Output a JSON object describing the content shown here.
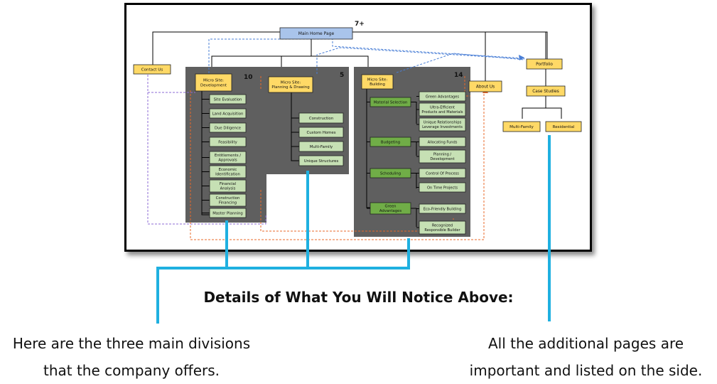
{
  "diagram": {
    "home": "Main Home Page",
    "home_badge": "7+",
    "contact": "Contact Us",
    "about": "About Us",
    "portfolio": "Portfolio",
    "case_studies": "Case Studies",
    "multi_family": "Multi-Family",
    "residential": "Residential",
    "dev": {
      "title": "Micro Site:\nDevelopment",
      "count": "10",
      "items": [
        "Site Evaluation",
        "Land Acquisition",
        "Due Diligence",
        "Feasibility",
        "Entitlements /\nApprovals",
        "Economic\nIdentification",
        "Financial\nAnalysis",
        "Construction\nFinancing",
        "Master Planning"
      ]
    },
    "plan": {
      "title": "Micro Site:\nPlanning & Drawing",
      "count": "5",
      "items": [
        "Construction",
        "Custom Homes",
        "Multi-Family",
        "Unique Structures"
      ]
    },
    "build": {
      "title": "Micro Site:\nBuilding",
      "count": "14",
      "groups": [
        {
          "label": "Material Selection",
          "items": [
            "Green Advantages",
            "Ultra-Efficient\nProducts and Materials",
            "Unique Relationships\nLeverage Investments"
          ]
        },
        {
          "label": "Budgeting",
          "items": [
            "Allocating Funds",
            "Planning /\nDevelopment"
          ]
        },
        {
          "label": "Scheduling",
          "items": [
            "Control Of Process",
            "On Time Projects"
          ]
        },
        {
          "label": "Green\nAdvantages",
          "items": [
            "Eco-Friendly Building",
            "Recognized\nResponsible Builder"
          ]
        }
      ]
    }
  },
  "captions": {
    "details": "Details of What You Will Notice Above:",
    "left_line1": "Here are the three main divisions",
    "left_line2": "that the company offers.",
    "right_line1": "All the additional pages are",
    "right_line2": "important and listed on the side."
  },
  "colors": {
    "yellow_box": "#ffd966",
    "blue_box": "#a9c4eb",
    "green_box": "#c6e0b4",
    "dark_green_box": "#70ad47",
    "panel": "#5f5f5f",
    "callout_line": "#1fb0e0",
    "orange_dash": "#e8692a",
    "purple_dash": "#8e6bd6",
    "blue_dash": "#4a7fd6"
  }
}
